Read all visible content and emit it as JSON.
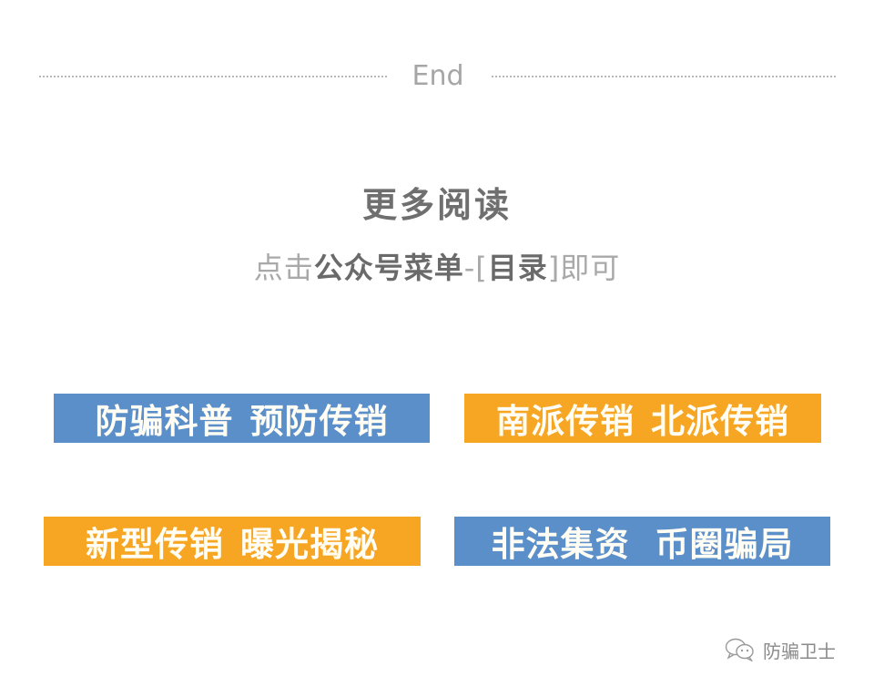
{
  "divider": {
    "label": "End"
  },
  "more_reading": {
    "title": "更多阅读",
    "subtitle_parts": [
      {
        "text": "点击",
        "bold": false
      },
      {
        "text": "公众号菜单",
        "bold": true
      },
      {
        "text": "-[",
        "bold": false
      },
      {
        "text": "目录",
        "bold": true
      },
      {
        "text": "]即可",
        "bold": false
      }
    ]
  },
  "tags": [
    {
      "left": "防骗科普",
      "right": "预防传销",
      "color": "#5b8fc9"
    },
    {
      "left": "南派传销",
      "right": "北派传销",
      "color": "#f6a623"
    },
    {
      "left": "新型传销",
      "right": "曝光揭秘",
      "color": "#f6a623"
    },
    {
      "left": "非法集资",
      "right": "币圈骗局",
      "color": "#5b8fc9"
    }
  ],
  "watermark": {
    "icon": "wechat-icon",
    "text": "防骗卫士"
  }
}
